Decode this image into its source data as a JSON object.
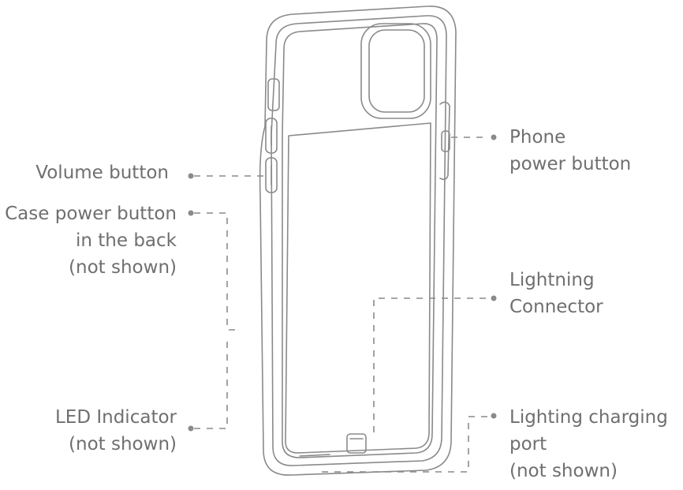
{
  "diagram": {
    "labels": {
      "volume_button": [
        "Volume button"
      ],
      "case_power_button": [
        "Case power button",
        "in the back",
        "(not shown)"
      ],
      "led_indicator": [
        "LED Indicator",
        "(not shown)"
      ],
      "phone_power_button": [
        "Phone",
        "power button"
      ],
      "lightning_connector": [
        "Lightning",
        "Connector"
      ],
      "lighting_charging_port": [
        "Lighting charging",
        "port",
        "(not shown)"
      ]
    },
    "colors": {
      "line": "#8a8a8a",
      "text": "#6f6f6f",
      "background": "#ffffff"
    }
  }
}
